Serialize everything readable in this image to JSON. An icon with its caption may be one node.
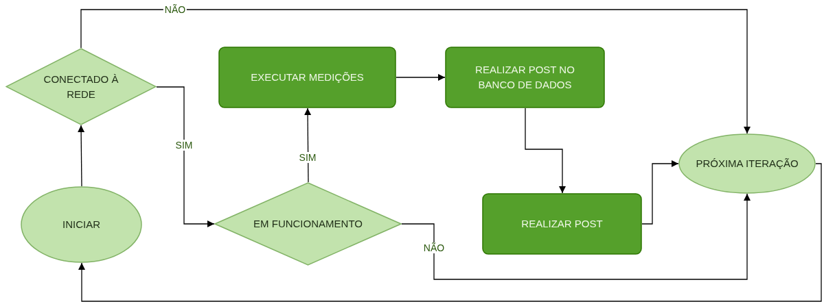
{
  "diagram": {
    "nodes": [
      {
        "text": [
          "CONECTADO À REDE"
        ]
      },
      {
        "text": [
          "INICIAR"
        ]
      },
      {
        "text": [
          "EXECUTAR MEDIÇÕES"
        ]
      },
      {
        "text": [
          "REALIZAR POST NO BANCO DE DADOS"
        ]
      },
      {
        "text": [
          "EM FUNCIONAMENTO"
        ]
      },
      {
        "text": [
          "REALIZAR POST"
        ]
      },
      {
        "text": [
          "PRÓXIMA ITERAÇÃO"
        ]
      }
    ],
    "edges": [
      {
        "from": 1,
        "to": 0,
        "arrow": "to"
      },
      {
        "from": 0,
        "to": 6,
        "arrow": "to",
        "label": "NÃO"
      },
      {
        "from": 0,
        "to": 4,
        "arrow": "to",
        "label": "SIM"
      },
      {
        "from": 4,
        "to": 2,
        "arrow": "to",
        "label": "SIM"
      },
      {
        "from": 2,
        "to": 3,
        "arrow": "to"
      },
      {
        "from": 3,
        "to": 5,
        "arrow": "to"
      },
      {
        "from": 5,
        "to": 6,
        "arrow": "to"
      },
      {
        "from": 4,
        "to": 6,
        "arrow": "to",
        "label": "NÃO"
      },
      {
        "from": 6,
        "to": 1,
        "arrow": "to"
      }
    ]
  }
}
